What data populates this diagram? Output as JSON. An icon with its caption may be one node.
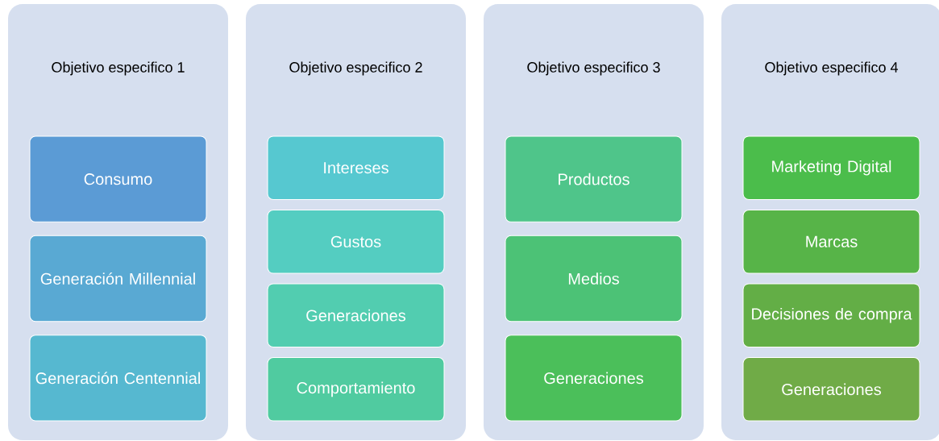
{
  "diagram": {
    "nodes": [
      {
        "text": [
          "Objetivo especifico 1"
        ]
      },
      {
        "text": [
          "Consumo"
        ],
        "in": 0
      },
      {
        "text": [
          "Generación Millennial"
        ],
        "in": 0
      },
      {
        "text": [
          "Generación Centennial"
        ],
        "in": 0
      },
      {
        "text": [
          "Objetivo especifico 2"
        ]
      },
      {
        "text": [
          "Intereses"
        ],
        "in": 4
      },
      {
        "text": [
          "Gustos"
        ],
        "in": 4
      },
      {
        "text": [
          "Generaciones"
        ],
        "in": 4
      },
      {
        "text": [
          "Comportamiento"
        ],
        "in": 4
      },
      {
        "text": [
          "Objetivo especifico 3"
        ]
      },
      {
        "text": [
          "Productos"
        ],
        "in": 9
      },
      {
        "text": [
          "Medios"
        ],
        "in": 9
      },
      {
        "text": [
          "Generaciones"
        ],
        "in": 9
      },
      {
        "text": [
          "Objetivo especifico 4"
        ]
      },
      {
        "text": [
          "Marketing Digital"
        ],
        "in": 13
      },
      {
        "text": [
          "Marcas"
        ],
        "in": 13
      },
      {
        "text": [
          "Decisiones de compra"
        ],
        "in": 13
      },
      {
        "text": [
          "Generaciones"
        ],
        "in": 13
      }
    ]
  }
}
